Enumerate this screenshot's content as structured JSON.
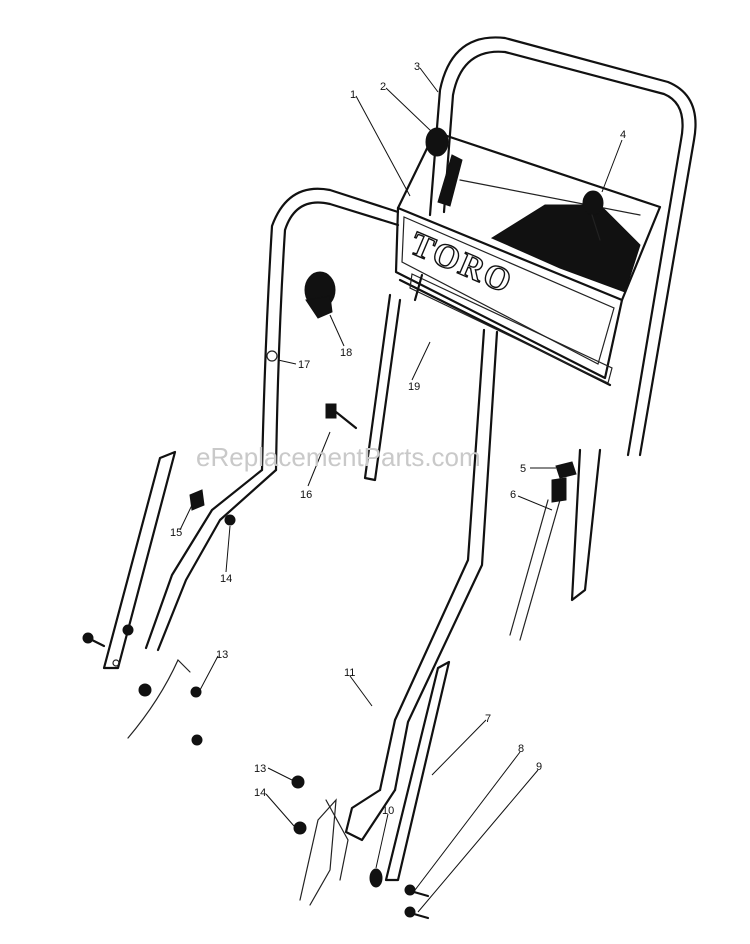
{
  "watermark": "eReplacementParts.com",
  "brand_logo": "TORO",
  "callouts": [
    "1",
    "2",
    "3",
    "4",
    "5",
    "6",
    "7",
    "8",
    "9",
    "10",
    "11",
    "13",
    "13",
    "14",
    "14",
    "15",
    "16",
    "17",
    "18",
    "19"
  ]
}
